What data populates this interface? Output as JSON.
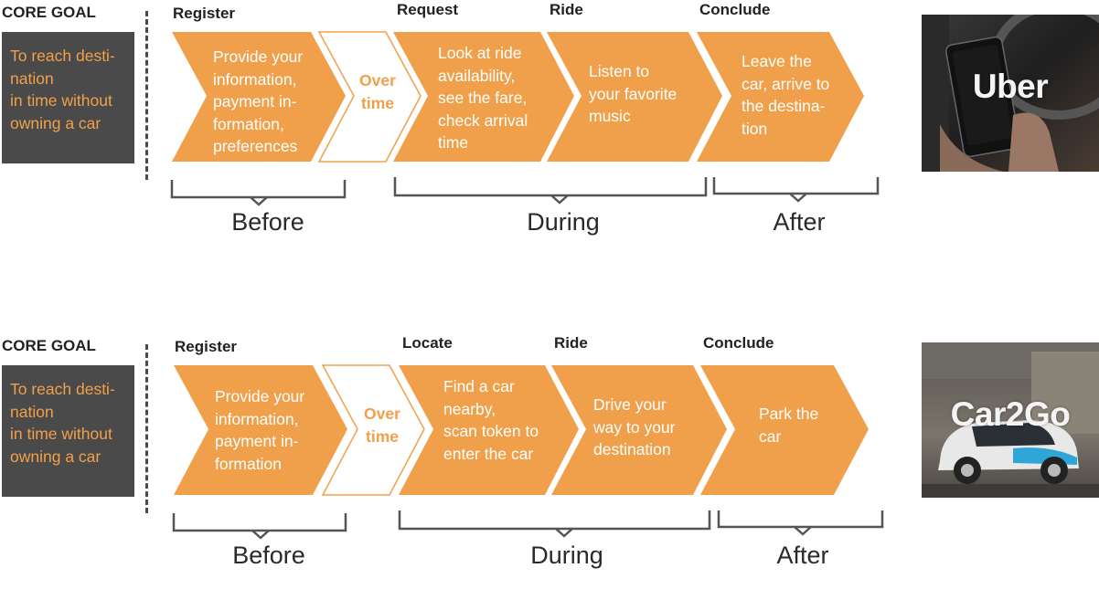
{
  "colors": {
    "accent_orange": "#f0a04b",
    "dark_box": "#4a4a4a",
    "bracket": "#555555"
  },
  "rows": [
    {
      "brand": "Uber",
      "core_goal_title": "CORE GOAL",
      "core_goal_text": "To reach desti-\nnation\nin time without\nowning a car",
      "stages": {
        "register": "Register",
        "step2": "Request",
        "step3": "Ride",
        "step4": "Conclude"
      },
      "chevrons": {
        "register": "Provide your\ninformation,\npayment in-\nformation,\npreferences",
        "over_time": "Over\ntime",
        "step2": "Look at ride\navailability,\nsee the fare,\ncheck arrival\ntime",
        "step3": "Listen to\nyour favorite\nmusic",
        "step4": "Leave the\ncar, arrive to\nthe destina-\ntion"
      },
      "phases": {
        "before": "Before",
        "during": "During",
        "after": "After"
      },
      "image_icon": "phone-in-car-photo"
    },
    {
      "brand": "Car2Go",
      "core_goal_title": "CORE GOAL",
      "core_goal_text": "To reach desti-\nnation\nin time without\nowning a car",
      "stages": {
        "register": "Register",
        "step2": "Locate",
        "step3": "Ride",
        "step4": "Conclude"
      },
      "chevrons": {
        "register": "Provide your\ninformation,\npayment in-\nformation",
        "over_time": "Over\ntime",
        "step2": "Find a car\nnearby,\nscan token to\nenter the car",
        "step3": "Drive your\nway to your\ndestination",
        "step4": "Park the\ncar"
      },
      "phases": {
        "before": "Before",
        "during": "During",
        "after": "After"
      },
      "image_icon": "smart-car-photo"
    }
  ]
}
